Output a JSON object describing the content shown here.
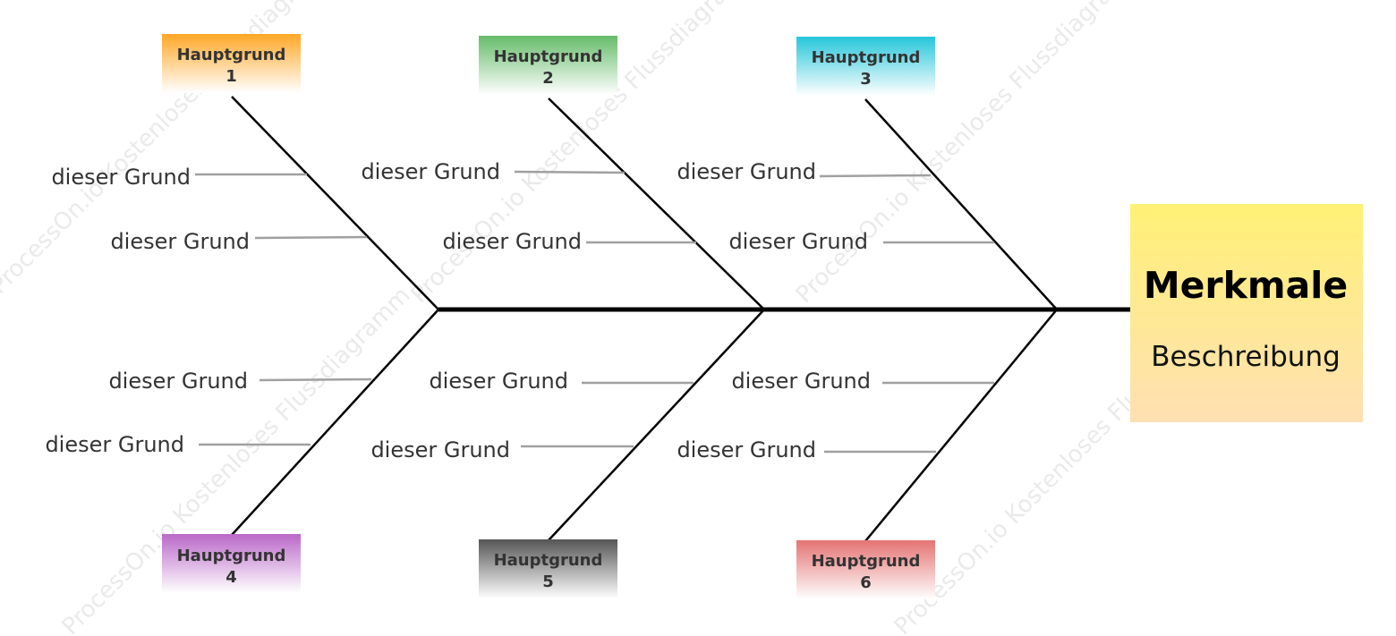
{
  "effect": {
    "title": "Merkmale",
    "subtitle": "Beschreibung",
    "color_top": "#FFF176",
    "color_bottom": "#FFE0B2"
  },
  "categories": [
    {
      "line1": "Hauptgrund",
      "line2": "1",
      "color": "#FFA726",
      "causes": [
        "dieser Grund",
        "dieser Grund"
      ]
    },
    {
      "line1": "Hauptgrund",
      "line2": "2",
      "color": "#66BB6A",
      "causes": [
        "dieser Grund",
        "dieser Grund"
      ]
    },
    {
      "line1": "Hauptgrund",
      "line2": "3",
      "color": "#26C6DA",
      "causes": [
        "dieser Grund",
        "dieser Grund"
      ]
    },
    {
      "line1": "Hauptgrund",
      "line2": "4",
      "color": "#BA68C8",
      "causes": [
        "dieser Grund",
        "dieser Grund"
      ]
    },
    {
      "line1": "Hauptgrund",
      "line2": "5",
      "color": "#555555",
      "causes": [
        "dieser Grund",
        "dieser Grund"
      ]
    },
    {
      "line1": "Hauptgrund",
      "line2": "6",
      "color": "#E57373",
      "causes": [
        "dieser Grund",
        "dieser Grund"
      ]
    }
  ],
  "watermark": "ProcessOn.io Kostenloses Flussdiagramm"
}
